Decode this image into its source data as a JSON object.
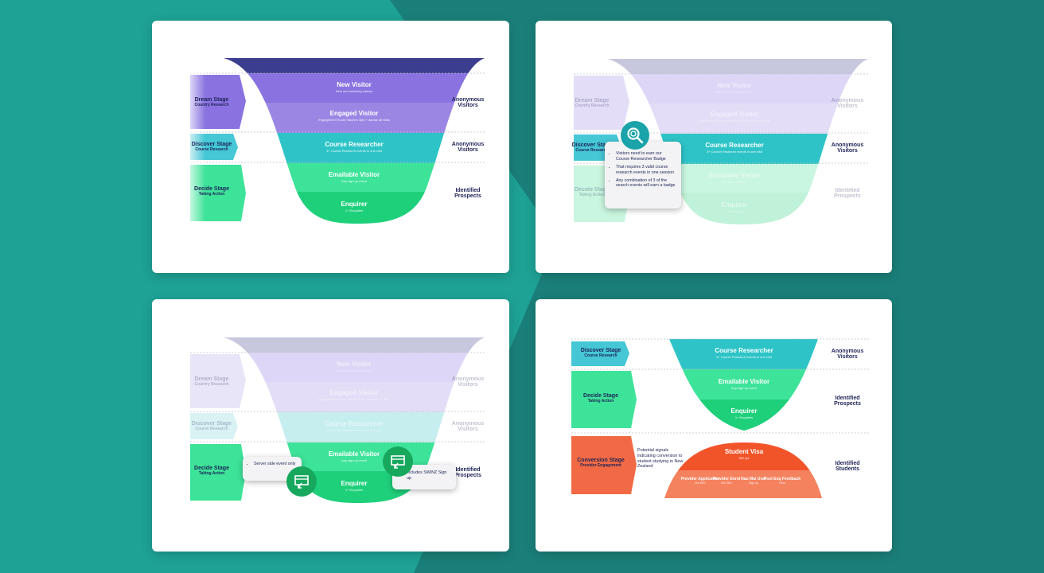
{
  "funnel": {
    "stages": [
      {
        "title": "New Visitor",
        "subtitle": "New and returning visitors"
      },
      {
        "title": "Engaged Visitor",
        "subtitle": "Engagement Score reaches 3pts + across all visits"
      },
      {
        "title": "Course Researcher",
        "subtitle": "3+ Course Research events in one visit"
      },
      {
        "title": "Emailable Visitor",
        "subtitle": "Any sign up event"
      },
      {
        "title": "Enquirer",
        "subtitle": "1+ Enquiries"
      }
    ],
    "left_stages": [
      {
        "title": "Dream Stage",
        "subtitle": "Country Research"
      },
      {
        "title": "Discover Stage",
        "subtitle": "Course Research"
      },
      {
        "title": "Decide Stage",
        "subtitle": "Taking Action"
      }
    ],
    "right_labels": [
      "Anonymous Visitors",
      "Anonymous Visitors",
      "Identified Prospects"
    ],
    "colors": {
      "top": "#3b3e8f",
      "new_visitor": "#8a73e0",
      "engaged": "#9c86e4",
      "course": "#2ec4c7",
      "emailable": "#3ee39a",
      "enquirer": "#1fd07b",
      "dream_arrow": "#8a73e0",
      "discover_arrow": "#45c7d6",
      "decide_arrow": "#3ee39a",
      "conversion_arrow": "#f26a45",
      "visa": "#f2542a",
      "visa_sub": "#f5825f",
      "background": "#1e8f88"
    }
  },
  "panel2": {
    "tooltip": [
      "Visitors need to earn our Course Researcher Badge",
      "That requires 3 valid course research events in one session",
      "Any combination of 3 of the search events will earn a badge"
    ],
    "icon": "magnifier-badge-icon"
  },
  "panel3": {
    "tooltip_left": "Server side event only",
    "tooltip_right": "Includes SWINZ Sign up",
    "icon": "signup-badge-icon"
  },
  "panel4": {
    "conversion_stage": {
      "title": "Conversion Stage",
      "subtitle": "Provider Engagement"
    },
    "signals": "Potential signals indicating conversion to student studying in New Zealand",
    "student_visa": {
      "title": "Student Visa",
      "subtitle": "INZ api"
    },
    "sub_items": [
      {
        "title": "Provider Application",
        "subtitle": "2nd SEO"
      },
      {
        "title": "Provider Enrol",
        "subtitle": "INZ SEO"
      },
      {
        "title": "Nau Mai User",
        "subtitle": "Sign up"
      },
      {
        "title": "Post Enq Feedback",
        "subtitle": "Form"
      }
    ],
    "right_labels": [
      "Anonymous Visitors",
      "Identified Prospects",
      "Identified Students"
    ]
  }
}
